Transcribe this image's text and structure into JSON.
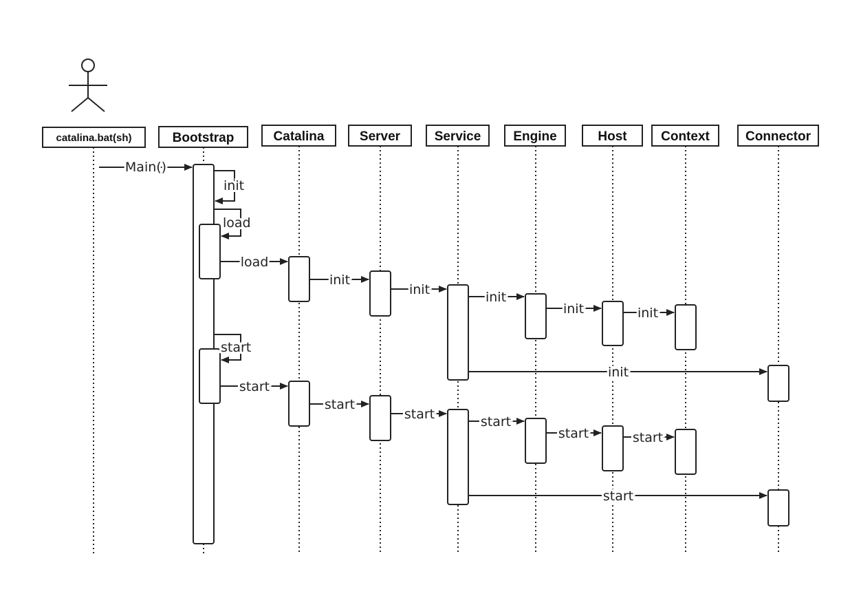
{
  "diagram": {
    "actor": "catalina.bat(sh)",
    "participants": [
      "Bootstrap",
      "Catalina",
      "Server",
      "Service",
      "Engine",
      "Host",
      "Context",
      "Connector"
    ],
    "messages": {
      "main": "Main()",
      "init_self": "init",
      "load_self": "load",
      "load": "load",
      "catalina_init": "init",
      "server_init": "init",
      "service_init": "init",
      "engine_init": "init",
      "host_init": "init",
      "connector_init": "init",
      "start_self": "start",
      "start": "start",
      "catalina_start": "start",
      "server_start": "start",
      "service_start": "start",
      "engine_start": "start",
      "host_start": "start",
      "connector_start": "start"
    },
    "colors": {
      "line": "#222222",
      "background": "#ffffff"
    }
  }
}
